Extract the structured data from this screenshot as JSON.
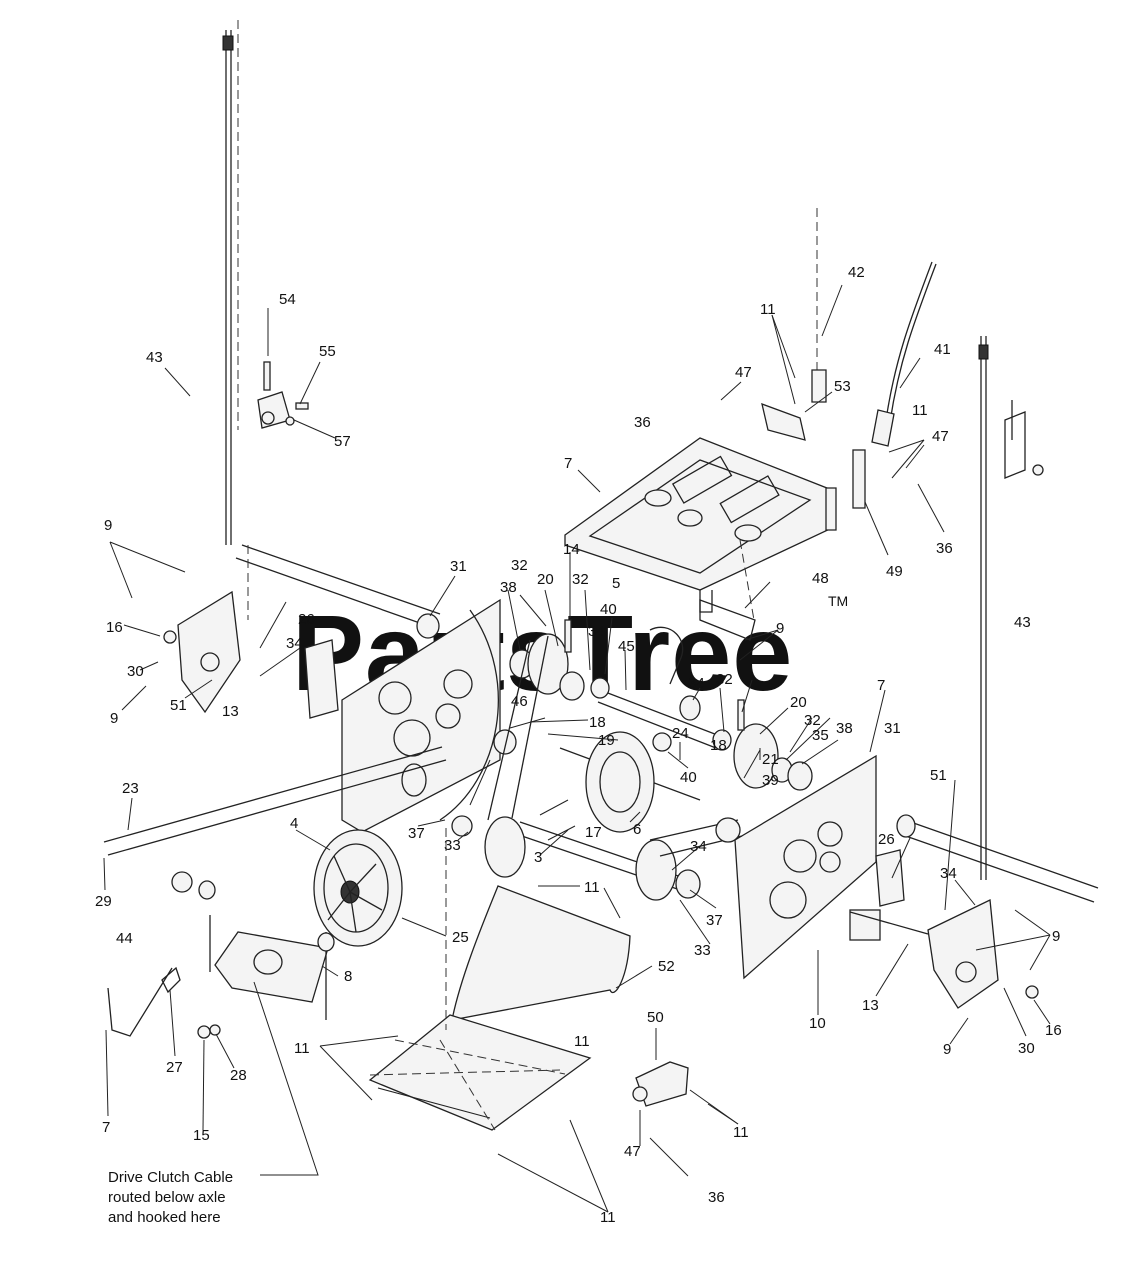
{
  "watermark": {
    "text": "PartsTree",
    "trademark": "TM"
  },
  "note": {
    "line1": "Drive Clutch Cable",
    "line2": "routed below axle",
    "line3": "and hooked here"
  },
  "callouts": [
    "54",
    "55",
    "57",
    "43",
    "42",
    "41",
    "11",
    "47",
    "53",
    "36",
    "11",
    "47",
    "36",
    "49",
    "7",
    "9",
    "16",
    "30",
    "9",
    "31",
    "32",
    "38",
    "20",
    "32",
    "5",
    "40",
    "34",
    "48",
    "9",
    "43",
    "14",
    "26",
    "34",
    "51",
    "13",
    "45",
    "46",
    "18",
    "34",
    "32",
    "20",
    "32",
    "38",
    "35",
    "7",
    "31",
    "19",
    "24",
    "40",
    "18",
    "21",
    "39",
    "37",
    "33",
    "17",
    "6",
    "23",
    "29",
    "4",
    "3",
    "34",
    "26",
    "51",
    "34",
    "11",
    "37",
    "33",
    "44",
    "25",
    "9",
    "52",
    "8",
    "10",
    "13",
    "16",
    "30",
    "27",
    "28",
    "7",
    "15",
    "50",
    "11",
    "11",
    "9",
    "47",
    "11",
    "36",
    "11"
  ]
}
